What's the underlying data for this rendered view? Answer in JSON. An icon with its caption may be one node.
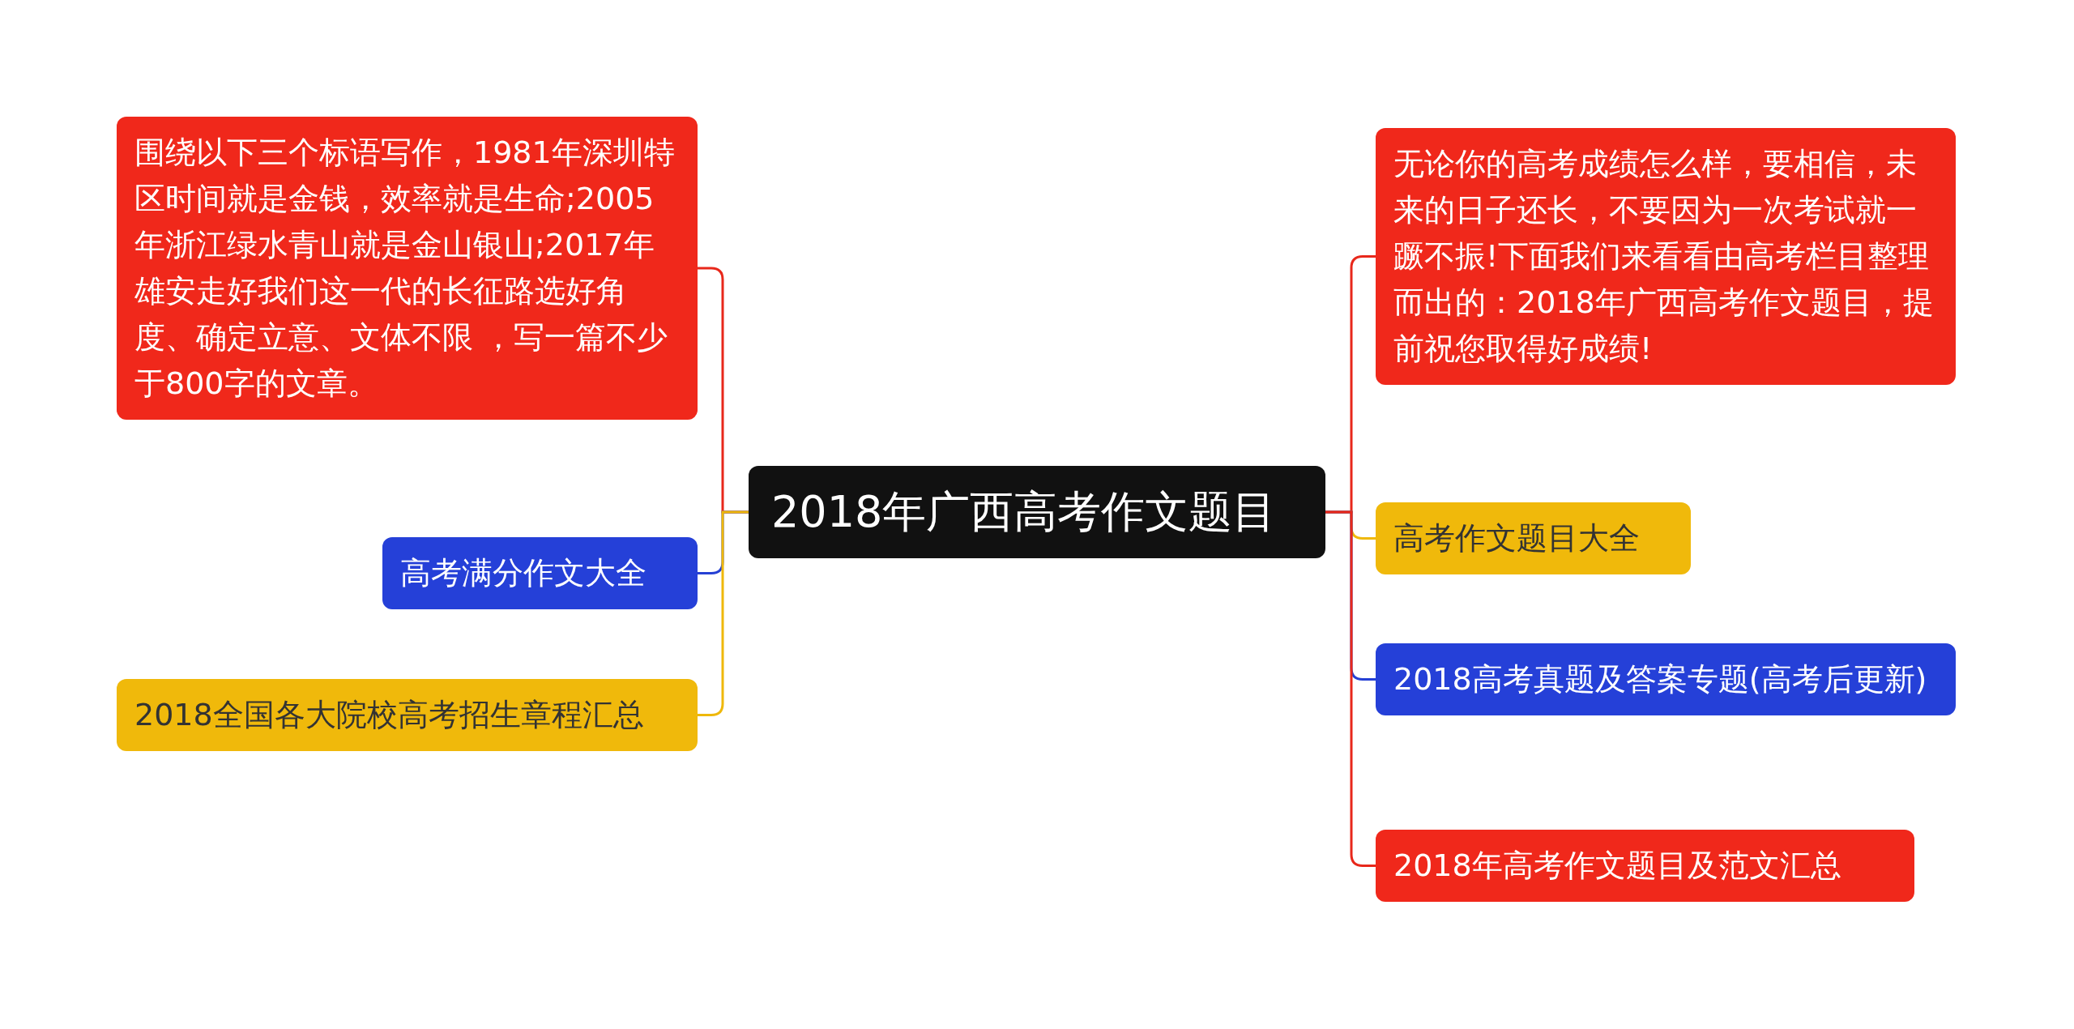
{
  "diagram": {
    "nodes": [
      {
        "text": [
          "2018年广西高考作文题目"
        ]
      },
      {
        "text": [
          "围绕以下三个标语写作，1981年深圳特区时间就是金钱，效率就是生命;2005年浙江绿水青山就是金山银山;2017年雄安走好我们这一代的长征路选好角度、确定立意、文体不限 ，写一篇不少于800字的文章。"
        ]
      },
      {
        "text": [
          "高考满分作文大全"
        ]
      },
      {
        "text": [
          "2018全国各大院校高考招生章程汇总"
        ]
      },
      {
        "text": [
          "无论你的高考成绩怎么样，要相信，未来的日子还长，不要因为一次考试就一蹶不振!下面我们来看看由高考栏目整理而出的：2018年广西高考作文题目，提前祝您取得好成绩!"
        ]
      },
      {
        "text": [
          "高考作文题目大全"
        ]
      },
      {
        "text": [
          "2018高考真题及答案专题(高考后更新)"
        ]
      },
      {
        "text": [
          "2018年高考作文题目及范文汇总"
        ]
      }
    ],
    "edges": [
      {
        "from": 0,
        "to": 1,
        "arrow": "none",
        "color": "#e8281b"
      },
      {
        "from": 0,
        "to": 2,
        "arrow": "none",
        "color": "#2540d4"
      },
      {
        "from": 0,
        "to": 3,
        "arrow": "none",
        "color": "#efb80a"
      },
      {
        "from": 0,
        "to": 4,
        "arrow": "none",
        "color": "#e8281b"
      },
      {
        "from": 0,
        "to": 5,
        "arrow": "none",
        "color": "#efb80a"
      },
      {
        "from": 0,
        "to": 6,
        "arrow": "none",
        "color": "#2540d4"
      },
      {
        "from": 0,
        "to": 7,
        "arrow": "none",
        "color": "#e8281b"
      }
    ]
  }
}
